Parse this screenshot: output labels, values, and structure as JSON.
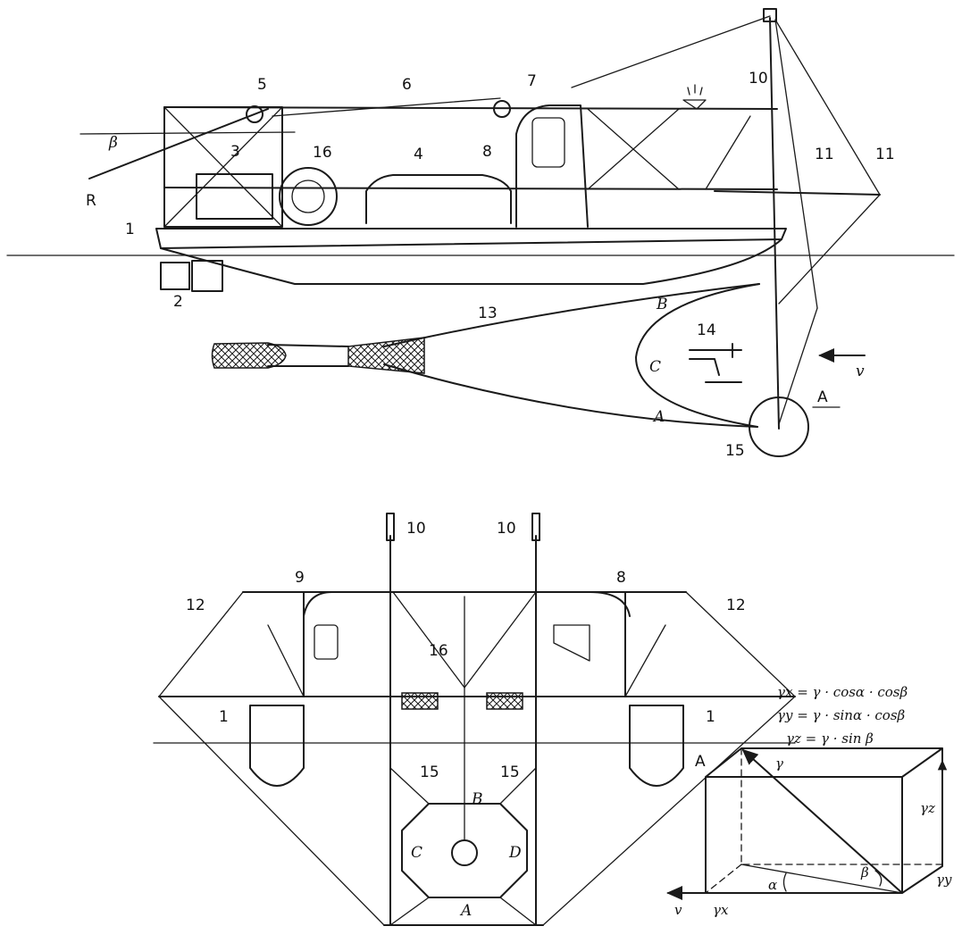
{
  "side_view": {
    "labels": {
      "n1": "1",
      "n2": "2",
      "n3": "3",
      "n4": "4",
      "n5": "5",
      "n6": "6",
      "n7": "7",
      "n8": "8",
      "n10": "10",
      "n11a": "11",
      "n11b": "11",
      "n13": "13",
      "n14": "14",
      "n15": "15",
      "n16": "16"
    },
    "letters": {
      "R": "R",
      "beta": "β",
      "B": "B",
      "A": "A",
      "C": "C",
      "v": "v",
      "view": "A"
    }
  },
  "front_view": {
    "labels": {
      "n1a": "1",
      "n1b": "1",
      "n8": "8",
      "n9": "9",
      "n10a": "10",
      "n10b": "10",
      "n12a": "12",
      "n12b": "12",
      "n15a": "15",
      "n15b": "15",
      "n16": "16"
    },
    "letters": {
      "B": "B",
      "A": "A",
      "C": "C",
      "D": "D"
    }
  },
  "formulas": {
    "f1": "γx = γ · cosα · cosβ",
    "f2": "γy = γ · sinα · cosβ",
    "f3": "γz = γ · sin β"
  },
  "vector_diagram": {
    "title": "A",
    "gamma": "γ",
    "gz": "γz",
    "gy": "γy",
    "gx": "γx",
    "alpha": "α",
    "beta": "β",
    "v": "v"
  }
}
